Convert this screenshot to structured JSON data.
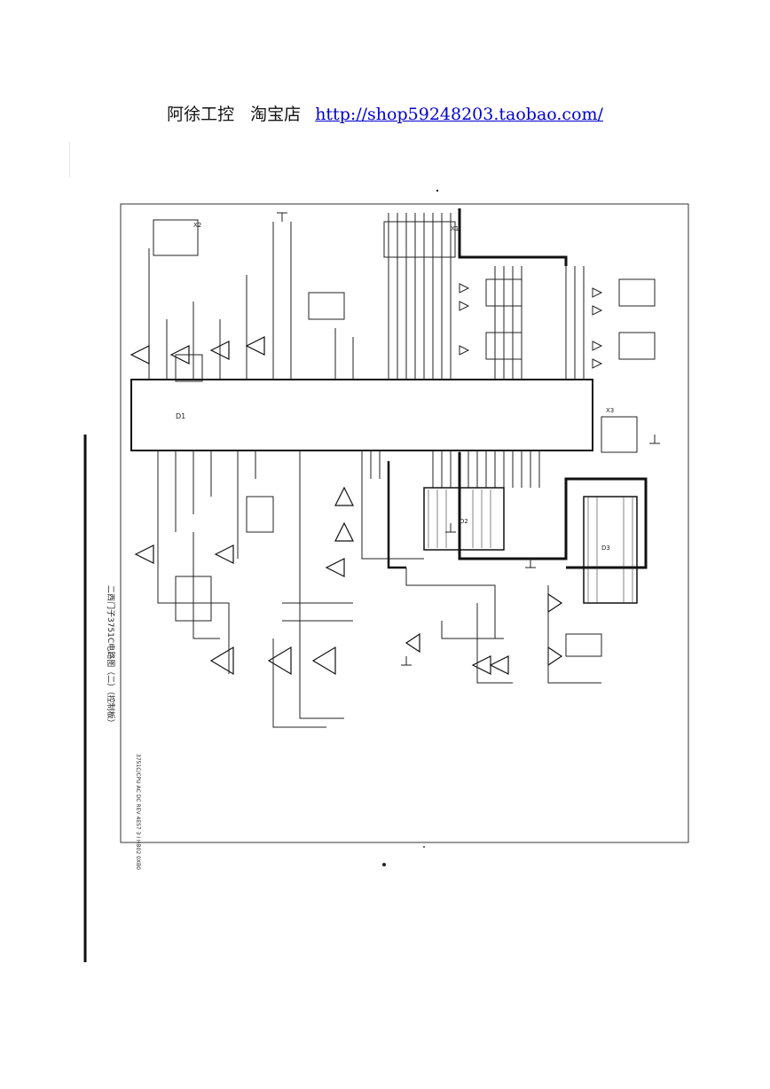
{
  "header": {
    "shop_name": "阿徐工控",
    "store_label": "淘宝店",
    "url": "http://shop59248203.taobao.com/"
  },
  "schematic": {
    "caption": "二西门子3751C电路图（二）（控制板）",
    "bottom_note": "3751C/CPU AC DC REV 4ES7 3 I HB02 0XB0",
    "chip_main_label": "D1",
    "chip_u2_label": "D2",
    "chip_u3_label": "D3",
    "port_x1_label": "X1",
    "port_x2_label": "X2",
    "port_x3_label": "X3"
  },
  "colors": {
    "ink": "#1a1a1a",
    "link": "#0000cc",
    "paper": "#ffffff"
  }
}
